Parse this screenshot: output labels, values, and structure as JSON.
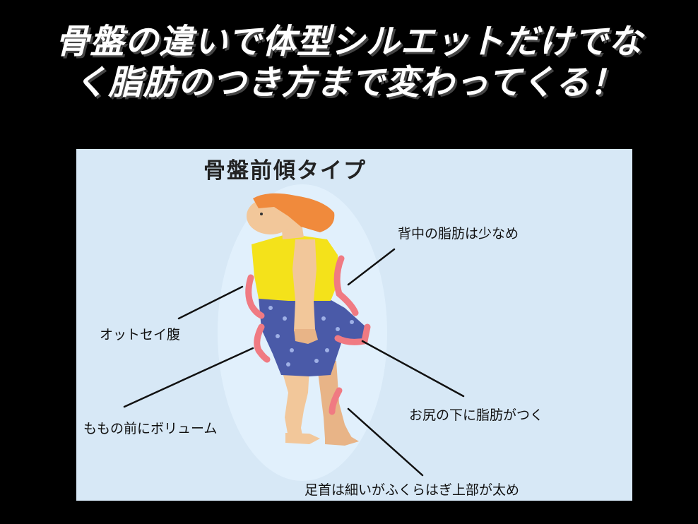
{
  "headline": {
    "line1": "骨盤の違いで体型シルエットだけでな",
    "line2": "く脂肪のつき方まで変わってくる！"
  },
  "diagram": {
    "title": "骨盤前傾タイプ",
    "labels": {
      "back_fat": "背中の脂肪は少なめ",
      "belly": "オットセイ腹",
      "buttock": "お尻の下に脂肪がつく",
      "thigh": "ももの前にボリューム",
      "calf": "足首は細いがふくらはぎ上部が太め"
    }
  },
  "colors": {
    "background": "#000000",
    "panel": "#d7e8f6",
    "highlight": "#f07a82",
    "hair": "#f08a3c",
    "skin": "#f2c79a",
    "shirt": "#f4e21a",
    "shorts": "#4a5aa8"
  }
}
